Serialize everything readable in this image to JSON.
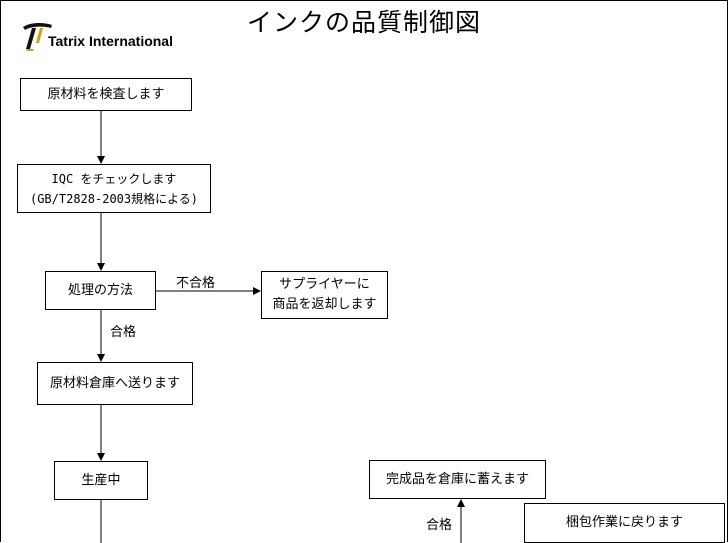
{
  "title": "インクの品質制御図",
  "logo": {
    "text": "Tatrix International",
    "mark": "tatrix-logo"
  },
  "nodes": {
    "inspect": "原材料を検査します",
    "iqc": "IQC をチェックします\n(GB/T2828-2003規格による)",
    "handling": "処理の方法",
    "return_supplier": "サプライヤーに\n商品を返却します",
    "to_warehouse": "原材料倉庫へ送ります",
    "production": "生産中",
    "store_finished": "完成品を倉庫に蓄えます",
    "back_to_packing": "梱包作業に戻ります"
  },
  "edge_labels": {
    "reject": "不合格",
    "pass_1": "合格",
    "pass_2": "合格"
  }
}
